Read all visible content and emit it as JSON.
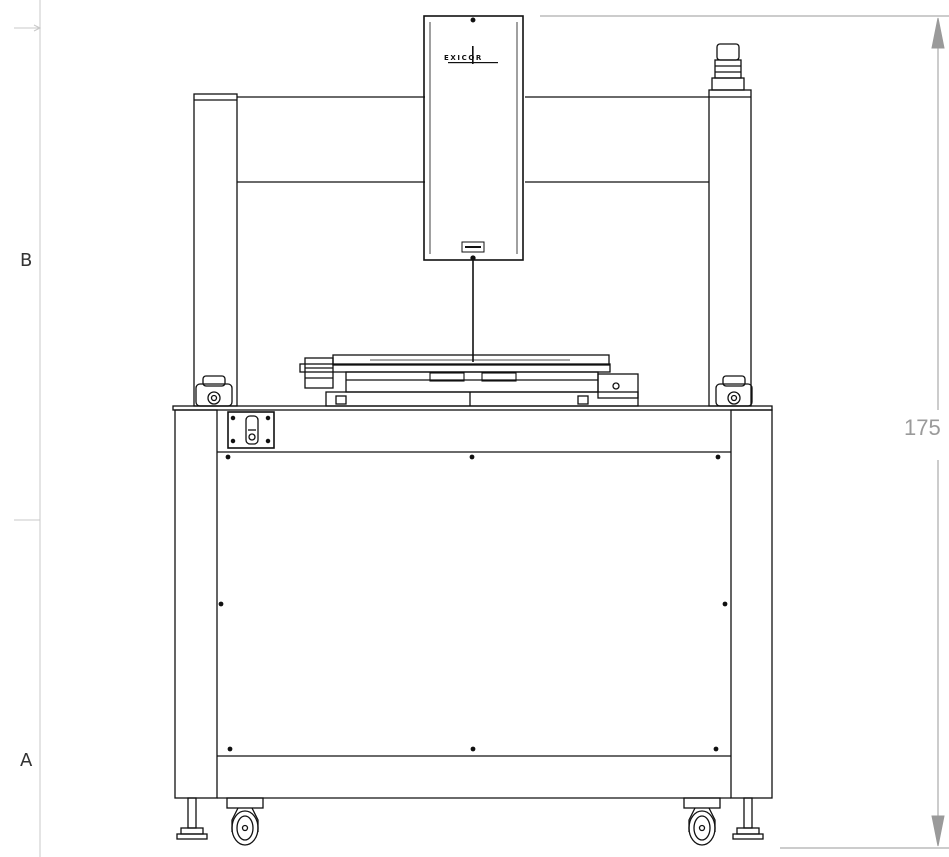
{
  "zone_labels": {
    "upper": "B",
    "lower": "A"
  },
  "dimension": {
    "height_text": "175"
  },
  "logo": {
    "brand": "EXICOR"
  },
  "colors": {
    "line": "#111111",
    "frame": "#cccccc",
    "dim": "#9a9a9a"
  }
}
